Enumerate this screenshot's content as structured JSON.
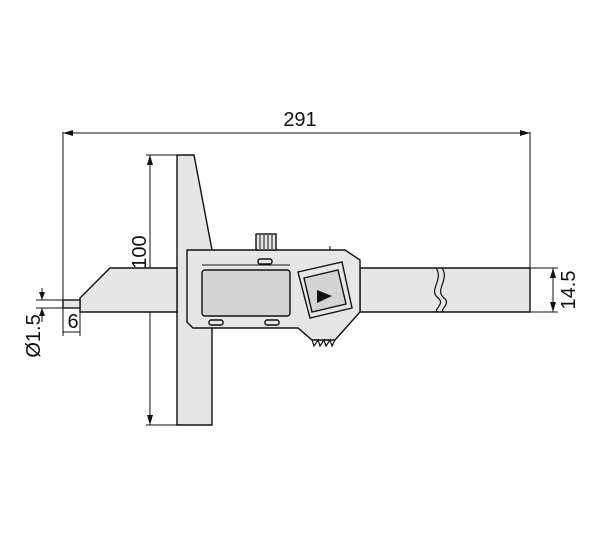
{
  "drawing": {
    "dimensions": {
      "overall_length": "291",
      "base_height": "100",
      "beam_height": "14.5",
      "pin_diameter": "Ø1.5",
      "pin_length": "6"
    },
    "colors": {
      "body_fill": "#e6e6e6",
      "outline": "#111111",
      "background": "#ffffff"
    },
    "icons": {
      "display_button": "triangle-play-icon"
    }
  }
}
